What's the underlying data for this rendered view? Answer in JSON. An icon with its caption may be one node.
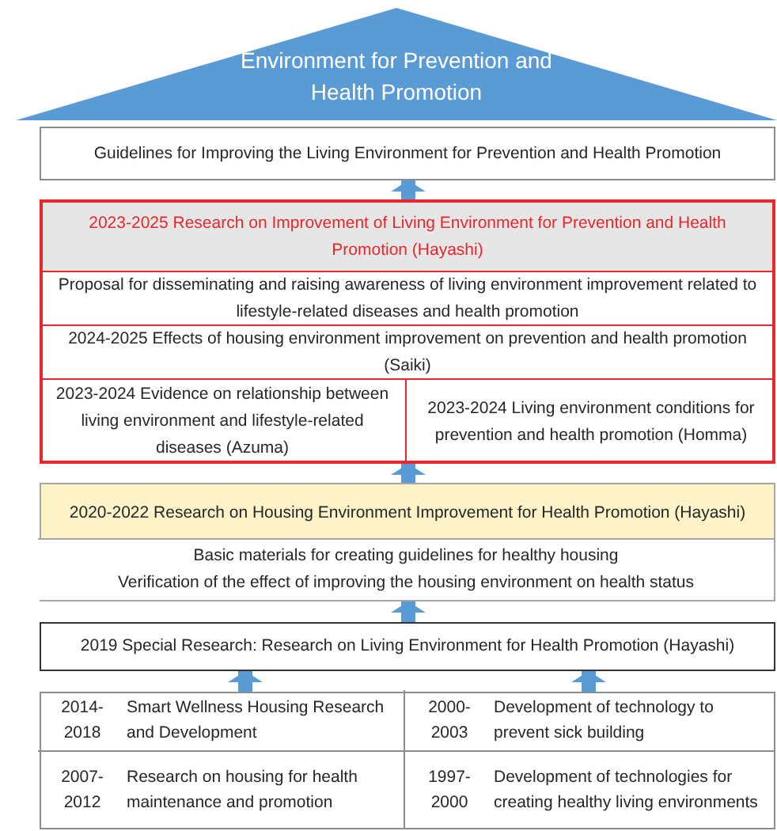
{
  "diagram": {
    "nodes": [
      {
        "text": [
          "Environment for Prevention and Health Promotion"
        ]
      },
      {
        "text": [
          "Guidelines for Improving the Living Environment for Prevention and Health Promotion"
        ]
      },
      {
        "text": [
          "2023-2025 Research on Improvement of Living Environment for Prevention and Health Promotion (Hayashi)"
        ]
      },
      {
        "text": [
          "Proposal for disseminating and raising awareness of living environment improvement related to lifestyle-related diseases and health promotion"
        ],
        "in": 2
      },
      {
        "text": [
          "2024-2025 Effects of housing environment improvement on prevention and health promotion (Saiki)"
        ],
        "in": 2
      },
      {
        "text": [
          "2023-2024 Evidence on relationship between living environment and lifestyle-related diseases (Azuma)"
        ],
        "in": 2
      },
      {
        "text": [
          "2023-2024 Living environment conditions for prevention and health promotion (Homma)"
        ],
        "in": 2
      },
      {
        "text": [
          "2020-2022 Research on Housing Environment Improvement for Health Promotion (Hayashi)"
        ]
      },
      {
        "text": [
          "Basic materials for creating guidelines for healthy housing",
          "Verification of the effect of improving the housing environment on health status"
        ],
        "in": 7
      },
      {
        "text": [
          "2019 Special Research: Research on Living Environment for Health Promotion (Hayashi)"
        ]
      },
      {
        "text": [],
        "shape": "box"
      },
      {
        "text": [
          "2014- 2018",
          "Smart Wellness Housing Research and Development"
        ],
        "in": 10
      },
      {
        "text": [
          "2000- 2003",
          "Development of technology to prevent sick building"
        ],
        "in": 10
      },
      {
        "text": [
          "2007- 2012",
          "Research on housing for health maintenance and promotion"
        ],
        "in": 10
      },
      {
        "text": [
          "1997- 2000",
          "Development of technologies for creating healthy living environments"
        ],
        "in": 10
      }
    ],
    "edges": [
      {
        "from": 2,
        "to": 1,
        "arrow": "to"
      },
      {
        "from": 7,
        "to": 2,
        "arrow": "to"
      },
      {
        "from": 9,
        "to": 7,
        "arrow": "to"
      },
      {
        "from": 11,
        "to": 9,
        "arrow": "to"
      },
      {
        "from": 12,
        "to": 9,
        "arrow": "to"
      }
    ]
  }
}
